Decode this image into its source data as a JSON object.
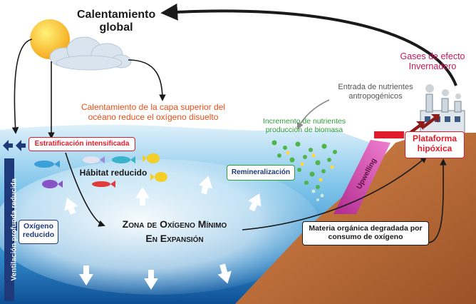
{
  "title": "Calentamiento global",
  "labels": {
    "upper_warming": "Calentamiento de la capa superior del océano reduce el oxígeno disuelto",
    "greenhouse": "Gases de efecto Invernadero",
    "anthro_nutrients": "Entrada de nutrientes antropogénicos",
    "nutrient_increase": "Incremento de nutrientes producción de biomasa",
    "stratification": "Estratificación intensificada",
    "reduced_habitat": "Hábitat reducido",
    "remineralization": "Remineralización",
    "upwelling": "Upwelling",
    "hypoxic_shelf": "Plataforma hipóxica",
    "reduced_oxygen": "Oxígeno reducido",
    "omz_line1": "Zona de Oxígeno Mínimo",
    "omz_line2": "En Expansión",
    "degraded_matter": "Materia orgánica degradada por consumo de oxígeno",
    "deep_ventilation": "Ventilación profunda reducida"
  },
  "colors": {
    "orange_text": "#e8501a",
    "red_text": "#c2185b",
    "green_text": "#2e9e3a",
    "navy": "#1f3a7a",
    "box_red": "#e21b2c"
  },
  "icons": [
    "sun-icon",
    "cloud-icon",
    "factory-icon",
    "fish-icon",
    "particles-icon"
  ]
}
